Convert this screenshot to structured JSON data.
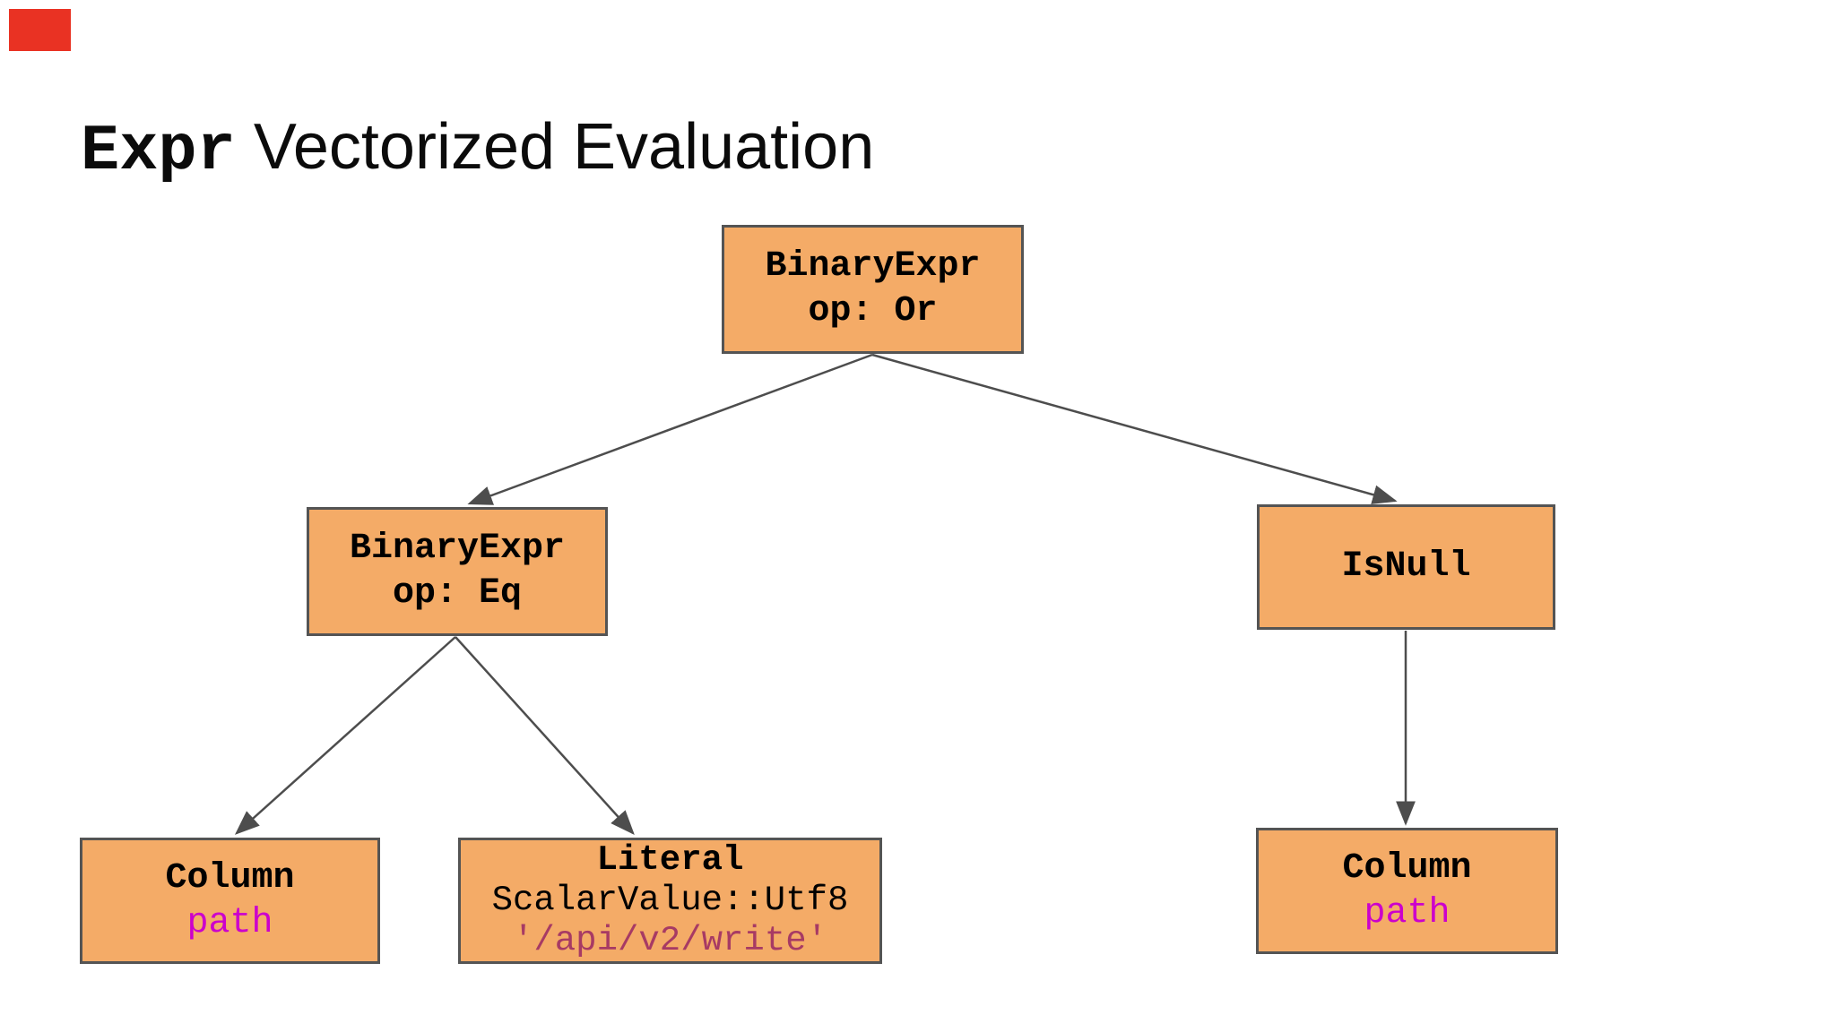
{
  "slide": {
    "title": {
      "code": "Expr",
      "rest": "Vectorized Evaluation"
    },
    "tree": {
      "root": {
        "name": "BinaryExpr",
        "detail": "op: Or"
      },
      "left_child": {
        "name": "BinaryExpr",
        "detail": "op: Eq"
      },
      "right_child": {
        "name": "IsNull"
      },
      "left_grandchild_column": {
        "name": "Column",
        "detail": "path"
      },
      "left_grandchild_literal": {
        "name": "Literal",
        "detail": "ScalarValue::Utf8",
        "value": "'/api/v2/write'"
      },
      "right_grandchild_column": {
        "name": "Column",
        "detail": "path"
      }
    },
    "colors": {
      "node_fill": "#f4ab67",
      "node_border": "#545454",
      "edge": "#4d4d4d",
      "text": "#000000",
      "column_accent": "#cc00cc",
      "string_accent": "#a73a64",
      "marker_red": "#e93223",
      "background": "#ffffff"
    }
  }
}
